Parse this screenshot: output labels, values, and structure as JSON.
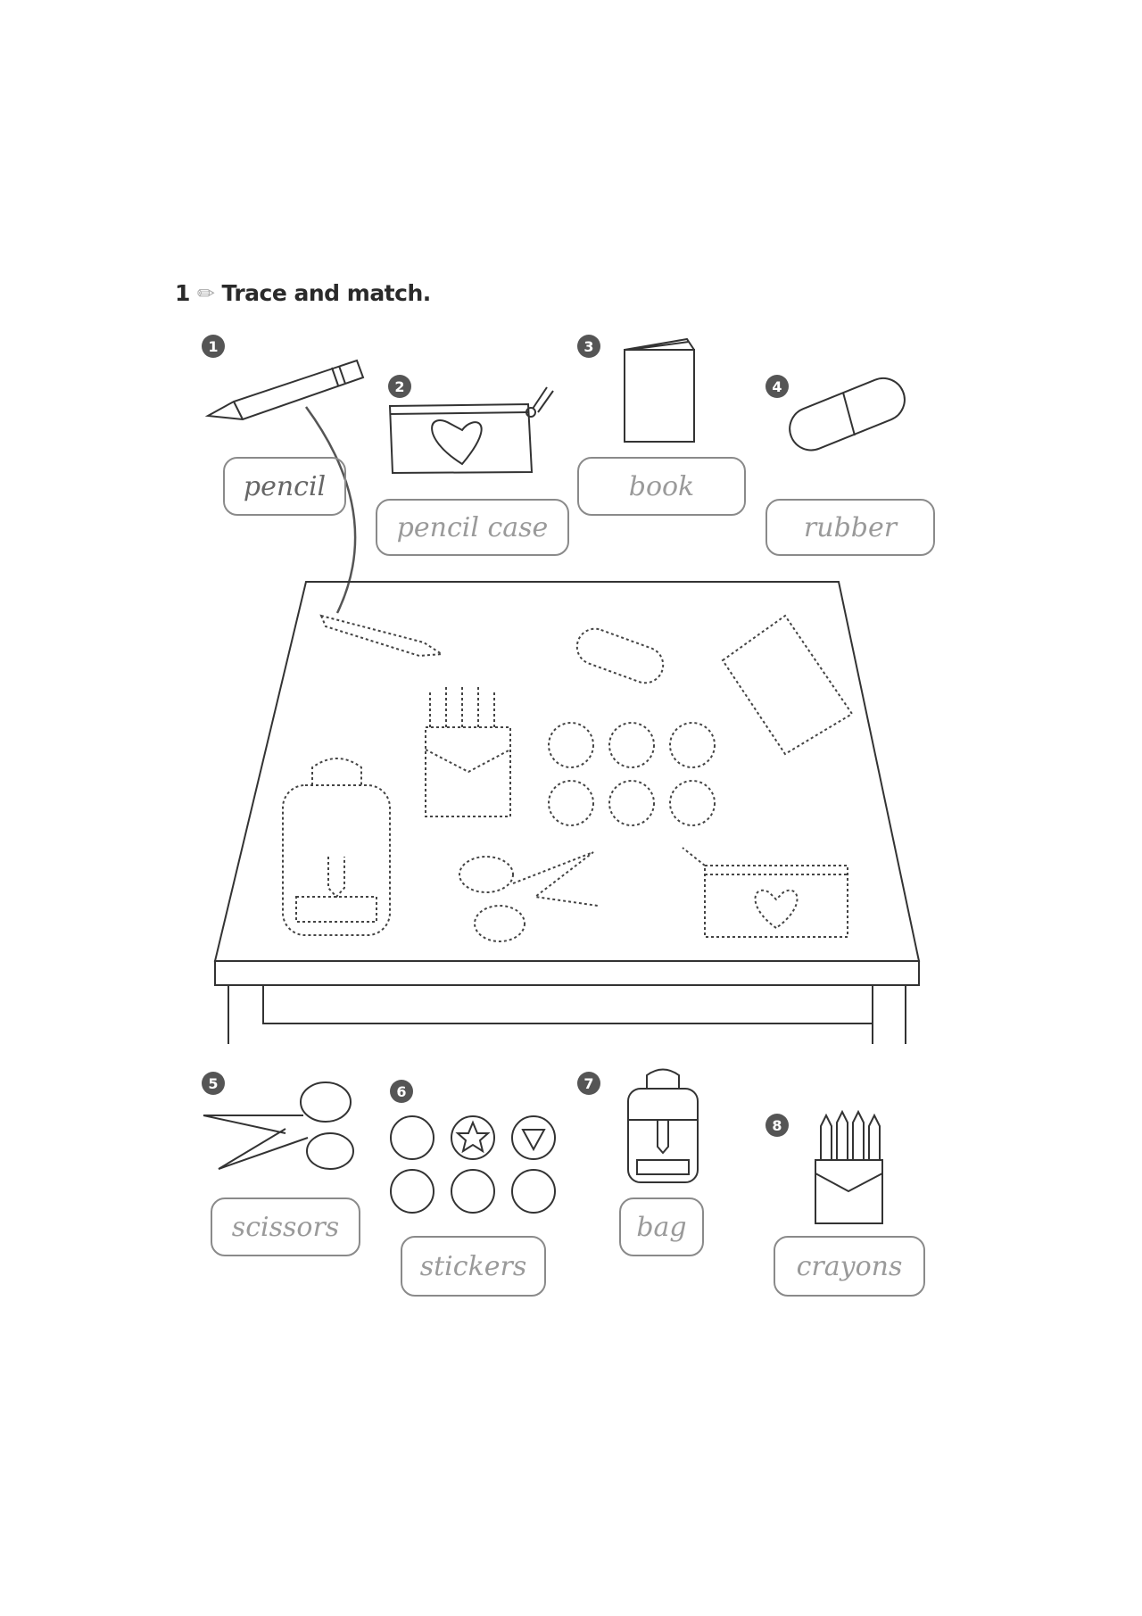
{
  "exercise": {
    "number": "1",
    "icon": "pencil-icon",
    "instruction": "Trace and match."
  },
  "items": [
    {
      "number": "1",
      "word": "pencil"
    },
    {
      "number": "2",
      "word": "pencil case"
    },
    {
      "number": "3",
      "word": "book"
    },
    {
      "number": "4",
      "word": "rubber"
    },
    {
      "number": "5",
      "word": "scissors"
    },
    {
      "number": "6",
      "word": "stickers"
    },
    {
      "number": "7",
      "word": "bag"
    },
    {
      "number": "8",
      "word": "crayons"
    }
  ]
}
